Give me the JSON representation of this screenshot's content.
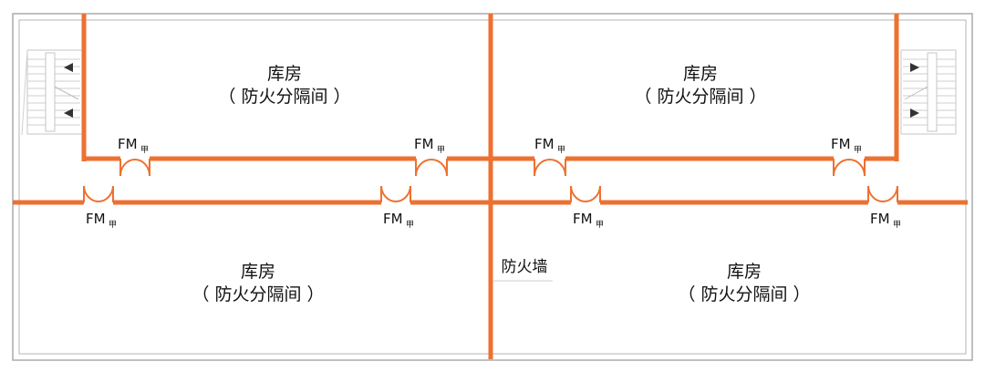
{
  "colors": {
    "fire_wall": "#ED7130",
    "outline": "#9a9a9a",
    "text": "#111111",
    "stair": "#c8c8c8"
  },
  "rooms": [
    {
      "line1": "库房",
      "line2": "（ 防火分隔间 ）"
    },
    {
      "line1": "库房",
      "line2": "（ 防火分隔间 ）"
    },
    {
      "line1": "库房",
      "line2": "（ 防火分隔间 ）"
    },
    {
      "line1": "库房",
      "line2": "（ 防火分隔间 ）"
    }
  ],
  "fire_wall_label": "防火墙",
  "door_label": "FM",
  "door_sub": "甲",
  "doors": [
    {
      "id": "upper-1"
    },
    {
      "id": "upper-2"
    },
    {
      "id": "upper-3"
    },
    {
      "id": "upper-4"
    },
    {
      "id": "lower-1"
    },
    {
      "id": "lower-2"
    },
    {
      "id": "lower-3"
    },
    {
      "id": "lower-4"
    }
  ],
  "stairs": [
    {
      "side": "left"
    },
    {
      "side": "right"
    }
  ]
}
